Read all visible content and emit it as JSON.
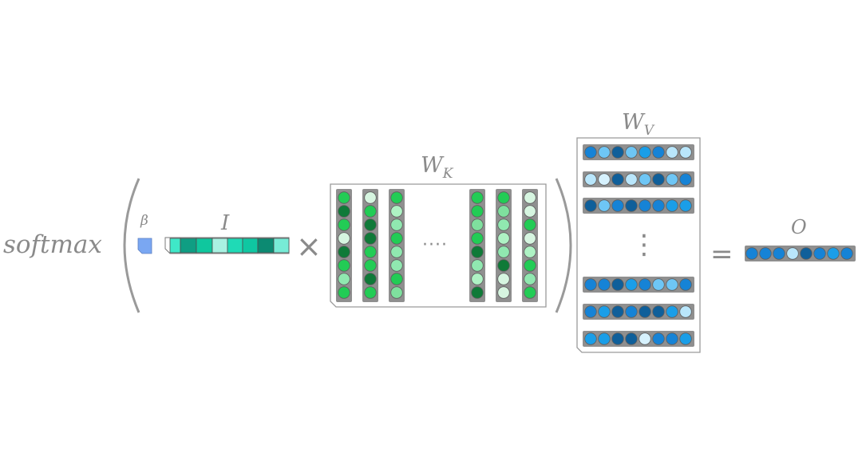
{
  "labels": {
    "softmax": "softmax",
    "beta": "β",
    "input": "I",
    "wk_main": "W",
    "wk_sub": "K",
    "wv_main": "W",
    "wv_sub": "V",
    "output": "O",
    "times": "×",
    "equals": "=",
    "col_ellipsis": "····",
    "row_ellipsis": "⋮"
  },
  "colors": {
    "beta_block": "#7aa7f2",
    "bar": "#8f8f8f",
    "frame": "#9a9a9a",
    "text": "#8a8a8a"
  },
  "input_vector": [
    "#3fe8c8",
    "#0f9e83",
    "#0fc79e",
    "#a9f2e2",
    "#1fdab6",
    "#0fc7a2",
    "#0c8a72",
    "#77ecd6"
  ],
  "wk_columns": [
    [
      "#22cc55",
      "#0f7a38",
      "#22cc55",
      "#d6f5e0",
      "#0f7a38",
      "#22cc55",
      "#90e8b0",
      "#22cc55"
    ],
    [
      "#d6f5e0",
      "#22cc55",
      "#0f7a38",
      "#0f7a38",
      "#22cc55",
      "#22cc55",
      "#0f7a38",
      "#22cc55"
    ],
    [
      "#22cc55",
      "#aef2c4",
      "#90e8b0",
      "#22cc55",
      "#90e8b0",
      "#90e8b0",
      "#22cc55",
      "#7fe09e"
    ],
    [
      "#22cc55",
      "#22cc55",
      "#7fe09e",
      "#22cc55",
      "#0f7a38",
      "#90e8b0",
      "#aef2c4",
      "#0f7a38"
    ],
    [
      "#22cc55",
      "#7fe09e",
      "#90e8b0",
      "#aef2c4",
      "#90e8b0",
      "#0f7a38",
      "#d6f5e0",
      "#d6f5e0"
    ],
    [
      "#d6f5e0",
      "#d6f5e0",
      "#22cc55",
      "#d6f5e0",
      "#aef2c4",
      "#22cc55",
      "#90e8b0",
      "#22cc55"
    ]
  ],
  "wv_rows": [
    [
      "#1683d6",
      "#6ec6f5",
      "#0f5f9a",
      "#6ec6f5",
      "#1a9ee8",
      "#1683d6",
      "#b9e6fb",
      "#b9e6fb"
    ],
    [
      "#b9e6fb",
      "#d6f1fd",
      "#0f5f9a",
      "#b9e6fb",
      "#6ec6f5",
      "#0f5f9a",
      "#6ec6f5",
      "#1683d6"
    ],
    [
      "#0f5f9a",
      "#6ec6f5",
      "#1683d6",
      "#0f5f9a",
      "#1683d6",
      "#1683d6",
      "#1a9ee8",
      "#1a9ee8"
    ],
    [
      "#1683d6",
      "#1683d6",
      "#0f5f9a",
      "#1a9ee8",
      "#1683d6",
      "#6ec6f5",
      "#6ec6f5",
      "#1683d6"
    ],
    [
      "#1683d6",
      "#1a9ee8",
      "#0f5f9a",
      "#1683d6",
      "#0f5f9a",
      "#0f5f9a",
      "#1a9ee8",
      "#b9e6fb"
    ],
    [
      "#1a9ee8",
      "#1a9ee8",
      "#0f5f9a",
      "#0f5f9a",
      "#d6f1fd",
      "#1683d6",
      "#1683d6",
      "#1a9ee8"
    ]
  ],
  "output_vector": [
    "#1683d6",
    "#1683d6",
    "#1683d6",
    "#b9e6fb",
    "#0f5f9a",
    "#1683d6",
    "#1a9ee8",
    "#1683d6"
  ]
}
